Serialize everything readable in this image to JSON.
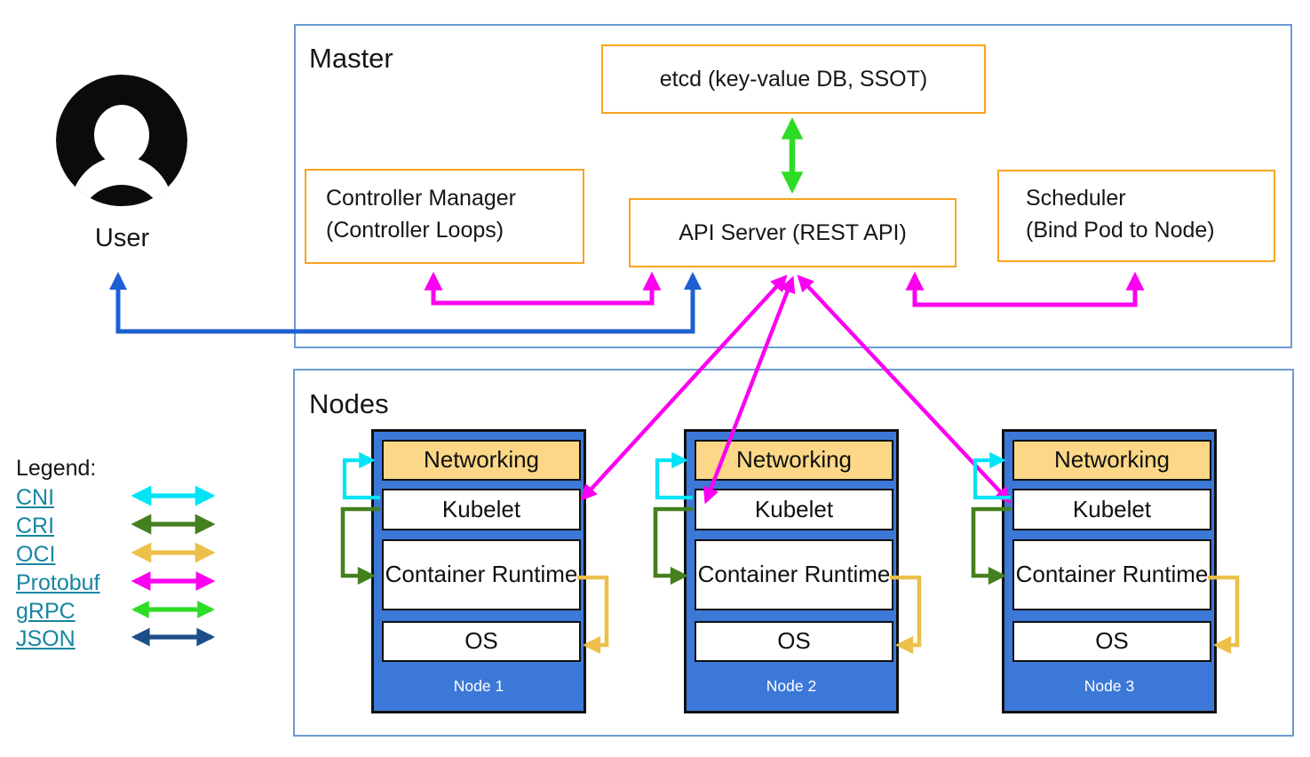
{
  "user": {
    "label": "User"
  },
  "master": {
    "title": "Master",
    "etcd": {
      "label": "etcd (key-value DB, SSOT)"
    },
    "controller_manager": {
      "line1": "Controller Manager",
      "line2": "(Controller Loops)"
    },
    "api_server": {
      "label": "API Server (REST API)"
    },
    "scheduler": {
      "line1": "Scheduler",
      "line2": "(Bind Pod to Node)"
    }
  },
  "nodes_section": {
    "title": "Nodes",
    "nodes": [
      {
        "name": "Node 1",
        "layers": {
          "networking": "Networking",
          "kubelet": "Kubelet",
          "container_runtime": "Container Runtime",
          "os": "OS"
        }
      },
      {
        "name": "Node 2",
        "layers": {
          "networking": "Networking",
          "kubelet": "Kubelet",
          "container_runtime": "Container Runtime",
          "os": "OS"
        }
      },
      {
        "name": "Node 3",
        "layers": {
          "networking": "Networking",
          "kubelet": "Kubelet",
          "container_runtime": "Container Runtime",
          "os": "OS"
        }
      }
    ]
  },
  "legend": {
    "title": "Legend:",
    "items": [
      {
        "label": "CNI",
        "color": "#00e4f6"
      },
      {
        "label": "CRI",
        "color": "#44801f"
      },
      {
        "label": "OCI",
        "color": "#ecc04a"
      },
      {
        "label": "Protobuf",
        "color": "#fb00f0"
      },
      {
        "label": "gRPC",
        "color": "#2edc26"
      },
      {
        "label": "JSON",
        "color": "#1d4e89"
      }
    ]
  },
  "colors": {
    "protobuf_magenta": "#fb00f0",
    "grpc_green": "#2edc26",
    "cni_cyan": "#00e4f6",
    "cri_dark_green": "#44801f",
    "oci_gold": "#ecc04a",
    "user_json_blue": "#1d5fd3",
    "json_navy": "#1d4e89",
    "legend_link_teal": "#1786a0",
    "component_border_orange": "#f7a41d",
    "frame_border_blue": "#6c9bd4",
    "node_fill_blue": "#3c78d8",
    "networking_fill_tan": "#fbd787"
  }
}
